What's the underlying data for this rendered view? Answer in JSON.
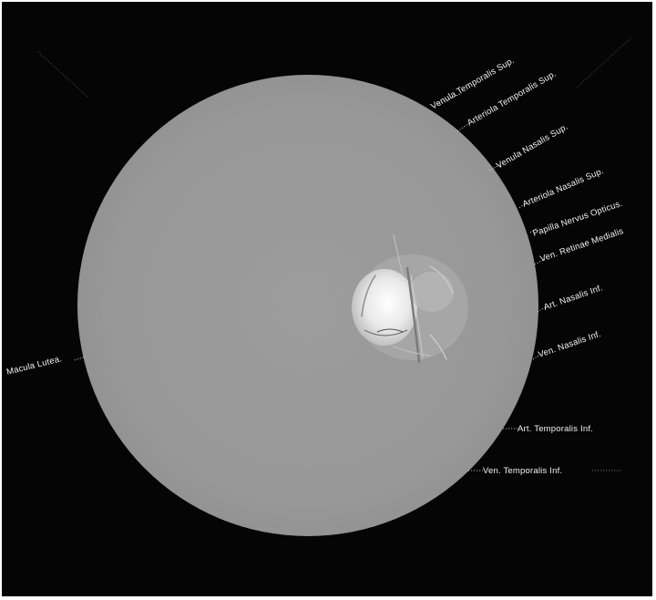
{
  "figure": {
    "labels": {
      "venula_temporalis_sup": "Venula Temporalis Sup.",
      "arteriola_temporalis_sup": "Arteriola Temporalis Sup.",
      "venula_nasalis_sup": "Venula Nasalis Sup.",
      "arteriola_nasalis_sup": "Arteriola Nasalis Sup.",
      "papilla_nervus_opticus": "Papilla Nervus Opticus.",
      "ven_retinae_medialis": "Ven. Retinae Medialis",
      "art_nasalis_inf": "Art. Nasalis Inf.",
      "ven_nasalis_inf": "Ven. Nasalis Inf.",
      "macula_lutea": "Macula Lutea.",
      "art_temporalis_inf": "Art. Temporalis Inf.",
      "ven_temporalis_inf": "Ven. Temporalis Inf."
    },
    "colors": {
      "background": "#050505",
      "fundus": "#999999",
      "optic_disc": "#f4f4f4",
      "label_text": "#f2f2f2"
    }
  }
}
